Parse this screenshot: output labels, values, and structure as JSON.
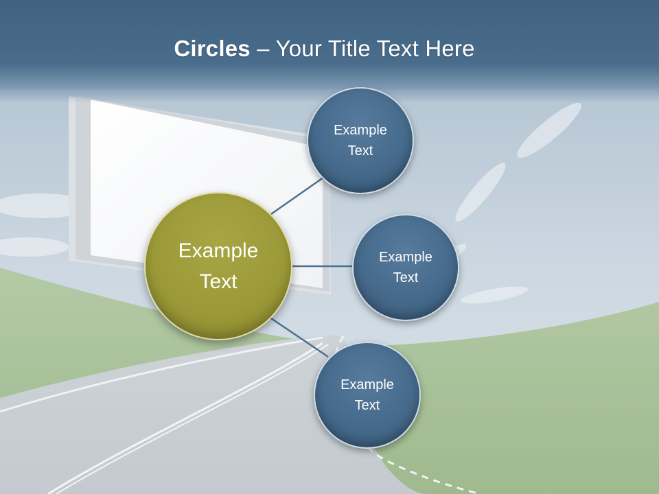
{
  "slide": {
    "title_strong": "Circles",
    "title_rest": " – Your Title Text Here"
  },
  "diagram": {
    "center": "Example\nText",
    "satellites": [
      "Example\nText",
      "Example\nText",
      "Example\nText"
    ]
  },
  "colors": {
    "title_band": "#4a6d8c",
    "satellite_fill": "#466a8b",
    "center_fill": "#9c9a38",
    "connector": "#4d6f8e",
    "sky": "#c8d6e2",
    "grass": "#8fb07a",
    "road": "#c3c9cf"
  }
}
